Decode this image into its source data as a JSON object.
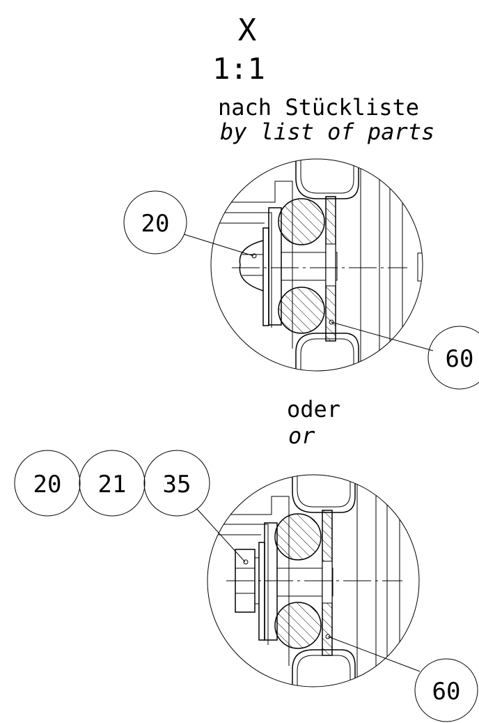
{
  "view": {
    "letter": "X",
    "scale": "1:1",
    "note_de": "nach Stückliste",
    "note_en": "by list of parts"
  },
  "detail_top": {
    "balloons": [
      "20",
      "60"
    ]
  },
  "separator": {
    "text_de": "oder",
    "text_en": "or"
  },
  "detail_bottom": {
    "balloons": [
      "20",
      "21",
      "35",
      "60"
    ]
  }
}
